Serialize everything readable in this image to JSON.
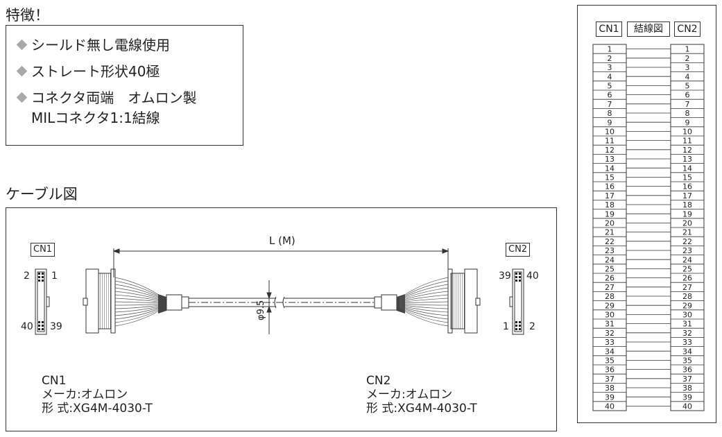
{
  "features": {
    "heading": "特徴！",
    "items": [
      "シールド無し電線使用",
      "ストレート形状40極",
      "コネクタ両端　オムロン製"
    ],
    "item3_line2": "MILコネクタ1:1結線"
  },
  "cable_diagram": {
    "heading": "ケーブル図",
    "length_label": "L (M)",
    "diameter_label": "φ9.5",
    "cn1": {
      "tag": "CN1",
      "pin_top_left": "2",
      "pin_top_right": "1",
      "pin_bottom_left": "40",
      "pin_bottom_right": "39",
      "info_name": "CN1",
      "info_maker": "メーカ:オムロン",
      "info_model": "形 式:XG4M-4030-T"
    },
    "cn2": {
      "tag": "CN2",
      "pin_top_left": "39",
      "pin_top_right": "40",
      "pin_bottom_left": "1",
      "pin_bottom_right": "2",
      "info_name": "CN2",
      "info_maker": "メーカ:オムロン",
      "info_model": "形 式:XG4M-4030-T"
    }
  },
  "wiring": {
    "left_header": "CN1",
    "center_header": "結線図",
    "right_header": "CN2",
    "pins": [
      "1",
      "2",
      "3",
      "4",
      "5",
      "6",
      "7",
      "8",
      "9",
      "10",
      "11",
      "12",
      "13",
      "14",
      "15",
      "16",
      "17",
      "18",
      "19",
      "20",
      "21",
      "22",
      "23",
      "24",
      "25",
      "26",
      "27",
      "28",
      "29",
      "30",
      "31",
      "32",
      "33",
      "34",
      "35",
      "36",
      "37",
      "38",
      "39",
      "40"
    ]
  },
  "colors": {
    "line": "#333333",
    "wire_fan": "#555555",
    "diamond": "#a9a9a9"
  }
}
